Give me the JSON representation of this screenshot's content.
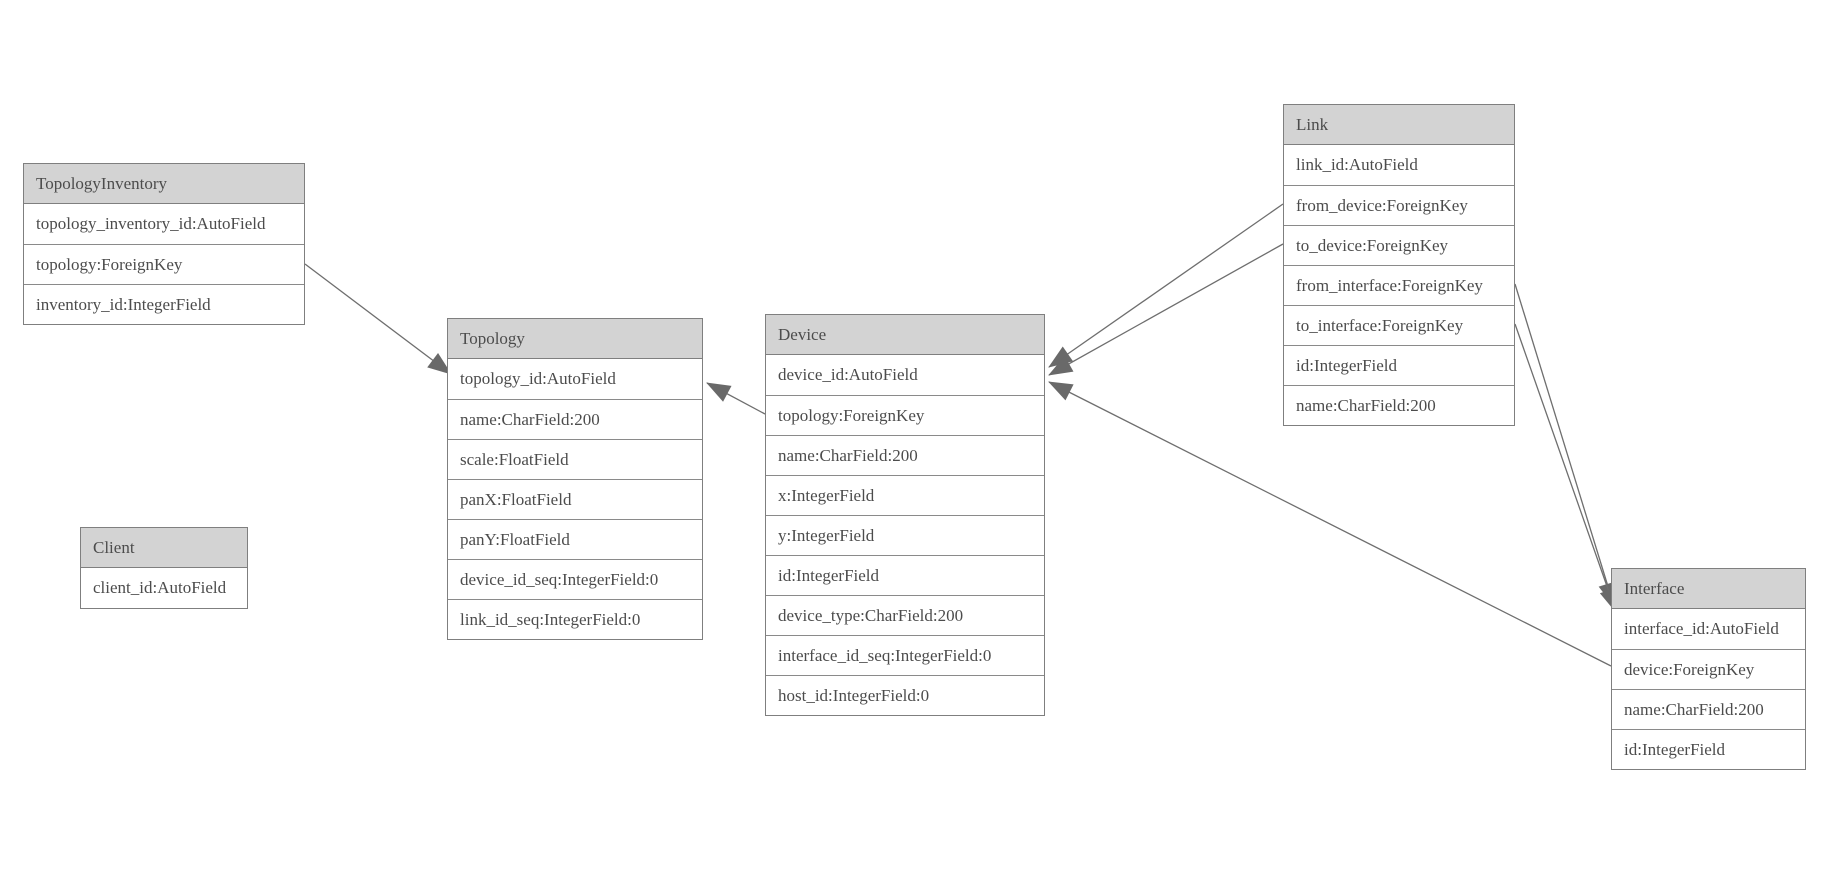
{
  "diagram": {
    "type": "entity-relationship-model",
    "entities": [
      {
        "name": "TopologyInventory",
        "fields": [
          "topology_inventory_id:AutoField",
          "topology:ForeignKey",
          "inventory_id:IntegerField"
        ]
      },
      {
        "name": "Topology",
        "fields": [
          "topology_id:AutoField",
          "name:CharField:200",
          "scale:FloatField",
          "panX:FloatField",
          "panY:FloatField",
          "device_id_seq:IntegerField:0",
          "link_id_seq:IntegerField:0"
        ]
      },
      {
        "name": "Client",
        "fields": [
          "client_id:AutoField"
        ]
      },
      {
        "name": "Device",
        "fields": [
          "device_id:AutoField",
          "topology:ForeignKey",
          "name:CharField:200",
          "x:IntegerField",
          "y:IntegerField",
          "id:IntegerField",
          "device_type:CharField:200",
          "interface_id_seq:IntegerField:0",
          "host_id:IntegerField:0"
        ]
      },
      {
        "name": "Link",
        "fields": [
          "link_id:AutoField",
          "from_device:ForeignKey",
          "to_device:ForeignKey",
          "from_interface:ForeignKey",
          "to_interface:ForeignKey",
          "id:IntegerField",
          "name:CharField:200"
        ]
      },
      {
        "name": "Interface",
        "fields": [
          "interface_id:AutoField",
          "device:ForeignKey",
          "name:CharField:200",
          "id:IntegerField"
        ]
      }
    ],
    "relations": [
      {
        "from": "TopologyInventory.topology",
        "to": "Topology.topology_id"
      },
      {
        "from": "Device.topology",
        "to": "Topology.topology_id"
      },
      {
        "from": "Link.from_device",
        "to": "Device.device_id"
      },
      {
        "from": "Link.to_device",
        "to": "Device.device_id"
      },
      {
        "from": "Link.from_interface",
        "to": "Interface.interface_id"
      },
      {
        "from": "Link.to_interface",
        "to": "Interface.interface_id"
      },
      {
        "from": "Interface.device",
        "to": "Device.device_id"
      }
    ],
    "colors": {
      "background": "#ffffff",
      "header_fill": "#d3d3d3",
      "border": "#7f7f7f",
      "text": "#4c4c4c",
      "edge_line": "#6e6e6e",
      "arrowhead": "#696969"
    }
  }
}
